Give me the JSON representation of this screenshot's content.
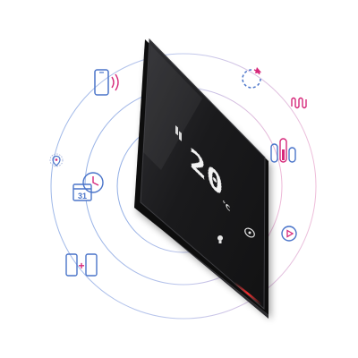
{
  "device": {
    "temperature": "20",
    "unit": "°C"
  },
  "icons": {
    "calendar_day": "31",
    "plus_symbol": "+"
  },
  "colors": {
    "ring_blue": "#8ea8e0",
    "ring_pink": "#e8a0c8",
    "icon_blue": "#4a74c9",
    "icon_pink": "#d6287a",
    "icon_red": "#e0243a",
    "device_body": "#1d1d1f",
    "device_edge": "#3a3a3e",
    "display_dots": "#f2f2f2",
    "accent_led": "#e8232f"
  },
  "icon_names": [
    "smartphone-wifi-icon",
    "refresh-icon",
    "heating-wave-icon",
    "location-pin-icon",
    "zones-thermometer-icon",
    "calendar-clock-icon",
    "play-icon",
    "multi-device-add-icon"
  ]
}
